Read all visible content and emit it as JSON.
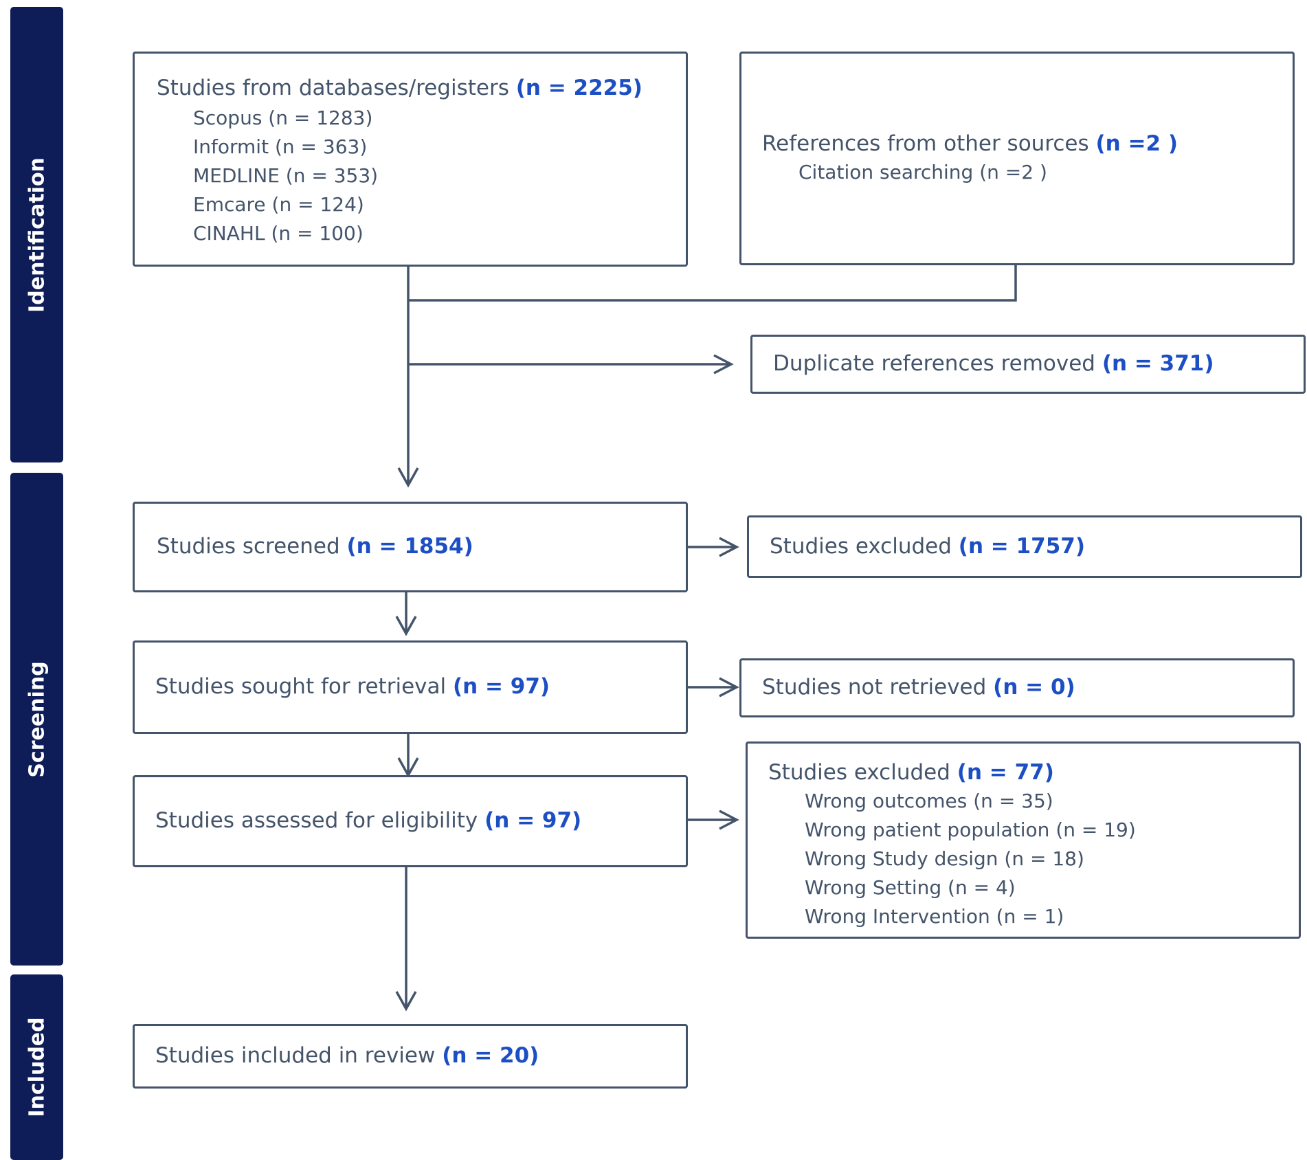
{
  "phases": {
    "identification": "Identification",
    "screening": "Screening",
    "included": "Included"
  },
  "boxes": {
    "databases": {
      "title": "Studies from databases/registers",
      "count": "(n = 2225)",
      "items": [
        "Scopus (n = 1283)",
        "Informit (n = 363)",
        "MEDLINE (n = 353)",
        "Emcare (n = 124)",
        "CINAHL (n = 100)"
      ]
    },
    "other_sources": {
      "title": "References from other sources",
      "count": "(n =2 )",
      "items": [
        "Citation searching (n =2 )"
      ]
    },
    "duplicates": {
      "title": "Duplicate references removed",
      "count": "(n = 371)"
    },
    "screened": {
      "title": "Studies screened",
      "count": "(n = 1854)"
    },
    "excluded_screening": {
      "title": "Studies excluded",
      "count": "(n = 1757)"
    },
    "sought": {
      "title": "Studies sought for retrieval",
      "count": "(n = 97)"
    },
    "not_retrieved": {
      "title": "Studies not retrieved",
      "count": "(n = 0)"
    },
    "assessed": {
      "title": "Studies assessed for eligibility",
      "count": "(n = 97)"
    },
    "excluded_eligibility": {
      "title": "Studies excluded",
      "count": "(n = 77)",
      "items": [
        "Wrong outcomes (n = 35)",
        "Wrong patient population (n = 19)",
        "Wrong Study design (n = 18)",
        "Wrong Setting (n = 4)",
        "Wrong Intervention (n = 1)"
      ]
    },
    "included": {
      "title": "Studies included in review",
      "count": "(n = 20)"
    }
  }
}
